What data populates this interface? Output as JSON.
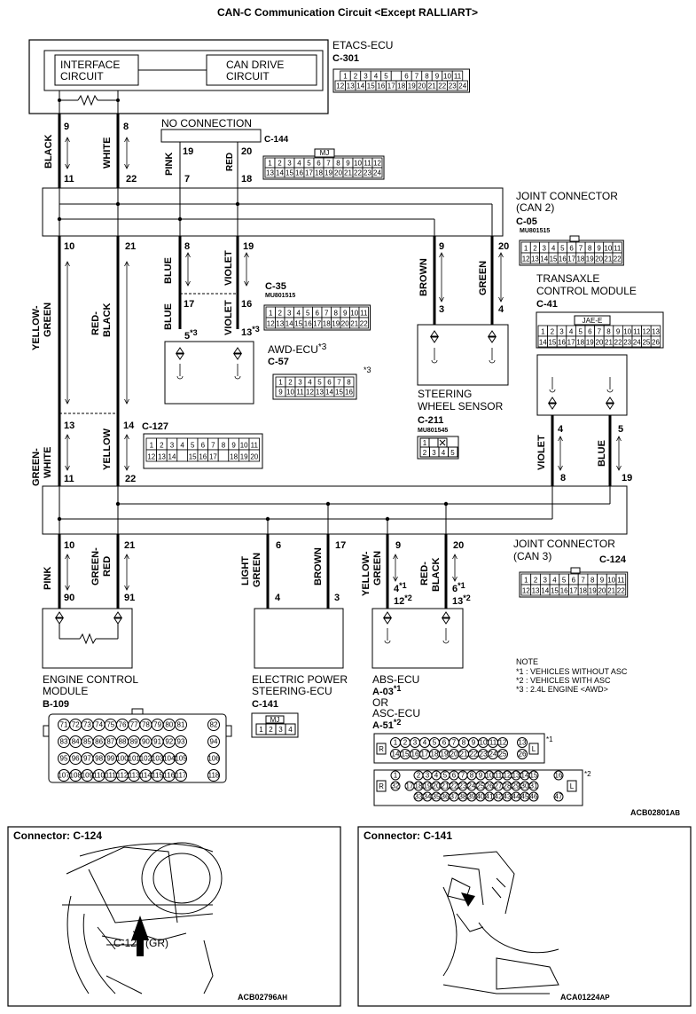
{
  "title": "CAN-C Communication Circuit <Except RALLIART>",
  "etacs": {
    "name": "ETACS-ECU",
    "connector": "C-301",
    "interface_l1": "INTERFACE",
    "interface_l2": "CIRCUIT",
    "candrive_l1": "CAN DRIVE",
    "candrive_l2": "CIRCUIT",
    "pins_top": [
      "1",
      "2",
      "3",
      "4",
      "5",
      "",
      "6",
      "7",
      "8",
      "9",
      "10",
      "11"
    ],
    "pins_bot": [
      "12",
      "13",
      "14",
      "15",
      "16",
      "17",
      "18",
      "19",
      "20",
      "21",
      "22",
      "23",
      "24"
    ]
  },
  "no_connection": "NO CONNECTION",
  "c144": {
    "connector": "C-144",
    "tag": "MJ",
    "pins_top": [
      "1",
      "2",
      "3",
      "4",
      "5",
      "6",
      "7",
      "8",
      "9",
      "10",
      "11",
      "12"
    ],
    "pins_bot": [
      "13",
      "14",
      "15",
      "16",
      "17",
      "18",
      "19",
      "20",
      "21",
      "22",
      "23",
      "24"
    ]
  },
  "joint2": {
    "l1": "JOINT CONNECTOR",
    "l2": "(CAN 2)",
    "connector": "C-05",
    "part": "MU801515",
    "pins_top": [
      "1",
      "2",
      "3",
      "4",
      "5",
      "6",
      "7",
      "8",
      "9",
      "10",
      "11"
    ],
    "pins_bot": [
      "12",
      "13",
      "14",
      "15",
      "16",
      "17",
      "18",
      "19",
      "20",
      "21",
      "22"
    ]
  },
  "c35": {
    "connector": "C-35",
    "part": "MU801515",
    "pins_top": [
      "1",
      "2",
      "3",
      "4",
      "5",
      "6",
      "7",
      "8",
      "9",
      "10",
      "11"
    ],
    "pins_bot": [
      "12",
      "13",
      "14",
      "15",
      "16",
      "17",
      "18",
      "19",
      "20",
      "21",
      "22"
    ]
  },
  "awd": {
    "name": "AWD-ECU",
    "sup": "*3",
    "connector": "C-57",
    "conn_sup": "*3",
    "pins_top": [
      "1",
      "2",
      "3",
      "4",
      "5",
      "6",
      "7",
      "8"
    ],
    "pins_bot": [
      "9",
      "10",
      "11",
      "12",
      "13",
      "14",
      "15",
      "16"
    ]
  },
  "steering": {
    "l1": "STEERING",
    "l2": "WHEEL SENSOR",
    "connector": "C-211",
    "part": "MU801545",
    "pins_top": [
      "1",
      "",
      "2"
    ],
    "pins_bot": [
      "2",
      "3",
      "4",
      "5"
    ]
  },
  "tcm": {
    "l1": "TRANSAXLE",
    "l2": "CONTROL MODULE",
    "connector": "C-41",
    "tag": "JAE-E",
    "pins_top": [
      "1",
      "2",
      "3",
      "4",
      "5",
      "6",
      "7",
      "8",
      "9",
      "10",
      "11",
      "12",
      "13"
    ],
    "pins_bot": [
      "14",
      "15",
      "16",
      "17",
      "18",
      "19",
      "20",
      "21",
      "22",
      "23",
      "24",
      "25",
      "26"
    ]
  },
  "c127": {
    "connector": "C-127",
    "pins_top": [
      "1",
      "2",
      "3",
      "4",
      "5",
      "6",
      "7",
      "8",
      "9",
      "10",
      "11"
    ],
    "pins_bot": [
      "12",
      "13",
      "14",
      "",
      "15",
      "16",
      "17",
      "",
      "18",
      "19",
      "20"
    ]
  },
  "joint3": {
    "l1": "JOINT CONNECTOR",
    "l2": "(CAN 3)",
    "connector": "C-124",
    "pins_top": [
      "1",
      "2",
      "3",
      "4",
      "5",
      "6",
      "7",
      "8",
      "9",
      "10",
      "11"
    ],
    "pins_bot": [
      "12",
      "13",
      "14",
      "15",
      "16",
      "17",
      "18",
      "19",
      "20",
      "21",
      "22"
    ]
  },
  "ecm": {
    "l1": "ENGINE CONTROL",
    "l2": "MODULE",
    "connector": "B-109",
    "rows": [
      [
        "71",
        "72",
        "73",
        "74",
        "75",
        "76",
        "77",
        "78",
        "79",
        "80",
        "81",
        "82"
      ],
      [
        "83",
        "84",
        "85",
        "86",
        "87",
        "88",
        "89",
        "90",
        "91",
        "92",
        "93",
        "94"
      ],
      [
        "95",
        "96",
        "97",
        "98",
        "99",
        "100",
        "101",
        "102",
        "103",
        "104",
        "105",
        "106"
      ],
      [
        "107",
        "108",
        "109",
        "110",
        "111",
        "112",
        "113",
        "114",
        "115",
        "116",
        "117",
        "118"
      ]
    ]
  },
  "eps": {
    "l1": "ELECTRIC POWER",
    "l2": "STEERING-ECU",
    "connector": "C-141",
    "tag": "MJ",
    "pins": [
      "1",
      "2",
      "3",
      "4"
    ]
  },
  "abs": {
    "l1": "ABS-ECU",
    "l2": "A-03",
    "l2sup": "*1",
    "l3": "OR",
    "l4": "ASC-ECU",
    "l5": "A-51",
    "l5sup": "*2",
    "conn1": {
      "sup": "*1",
      "top": [
        "1",
        "2",
        "3",
        "4",
        "5",
        "6",
        "7",
        "8",
        "9",
        "10",
        "11",
        "12",
        "13"
      ],
      "bot": [
        "14",
        "15",
        "16",
        "17",
        "18",
        "19",
        "20",
        "21",
        "22",
        "23",
        "24",
        "25",
        "26"
      ]
    },
    "conn2": {
      "sup": "*2",
      "top": [
        "1",
        "2",
        "3",
        "4",
        "5",
        "6",
        "7",
        "8",
        "9",
        "10",
        "11",
        "12",
        "13",
        "14",
        "15",
        "16"
      ],
      "mid": [
        "17",
        "18",
        "19",
        "20",
        "21",
        "22",
        "23",
        "24",
        "25",
        "26",
        "27",
        "28",
        "29",
        "30",
        "31",
        "32"
      ],
      "bot": [
        "33",
        "34",
        "35",
        "36",
        "37",
        "38",
        "39",
        "40",
        "41",
        "42",
        "43",
        "44",
        "45",
        "46",
        "47"
      ]
    }
  },
  "notes": {
    "title": "NOTE",
    "n1": "*1 : VEHICLES WITHOUT ASC",
    "n2": "*2 : VEHICLES WITH ASC",
    "n3": "*3 : 2.4L ENGINE <AWD>"
  },
  "wires": {
    "black": "BLACK",
    "white": "WHITE",
    "pink": "PINK",
    "red": "RED",
    "yellow_green_1": "YELLOW-",
    "yellow_green_2": "GREEN",
    "red_black_1": "RED-",
    "red_black_2": "BLACK",
    "blue": "BLUE",
    "violet": "VIOLET",
    "brown": "BROWN",
    "green": "GREEN",
    "green_white_1": "GREEN-",
    "green_white_2": "WHITE",
    "yellow": "YELLOW",
    "green_red_1": "GREEN-",
    "green_red_2": "RED",
    "light_green_1": "LIGHT",
    "light_green_2": "GREEN"
  },
  "pins": {
    "p9a": "9",
    "p8a": "8",
    "p19a": "19",
    "p20a": "20",
    "p11a": "11",
    "p22a": "22",
    "p7": "7",
    "p18": "18",
    "p10a": "10",
    "p21a": "21",
    "p8b": "8",
    "p19b": "19",
    "p9b": "9",
    "p20b": "20",
    "p17": "17",
    "p16": "16",
    "p5": "5",
    "p5sup": "*3",
    "p13": "13",
    "p13sup": "*3",
    "p3": "3",
    "p4": "4",
    "p13b": "13",
    "p14": "14",
    "p11b": "11",
    "p22b": "22",
    "p4t": "4",
    "p5t": "5",
    "p8t": "8",
    "p19t": "19",
    "p10c": "10",
    "p21c": "21",
    "p6": "6",
    "p17c": "17",
    "p9c": "9",
    "p20c": "20",
    "p90": "90",
    "p91": "91",
    "p4e": "4",
    "p3e": "3",
    "p4abs": "4",
    "p4abssup": "*1",
    "p12abs": "12",
    "p12abssup": "*2",
    "p6abs": "6",
    "p6abssup": "*1",
    "p13abs": "13",
    "p13abssup": "*2"
  },
  "code_main": "ACB02801",
  "code_main_suffix": "AB",
  "inset1": {
    "title": "Connector: C-124",
    "label": "C-124 (GR)",
    "code": "ACB02796",
    "code_suffix": "AH"
  },
  "inset2": {
    "title": "Connector: C-141",
    "code": "ACA01224",
    "code_suffix": "AP"
  }
}
